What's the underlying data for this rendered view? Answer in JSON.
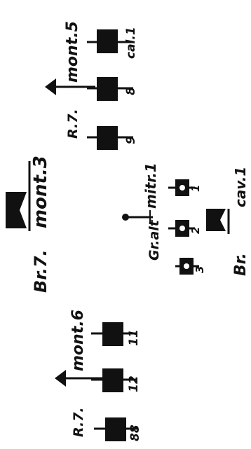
{
  "colors": {
    "ink": "#111111",
    "paper": "#ffffff"
  },
  "units": {
    "mont5": {
      "label": "mont.5",
      "prefix": "R.7.",
      "symbol": "arrow-flag-icon"
    },
    "mont6": {
      "label": "mont.6",
      "prefix": "R.7.",
      "symbol": "arrow-flag-icon"
    },
    "mont3": {
      "label": "mont.3",
      "prefix": "Br.7.",
      "symbol": "swallowtail-flag-icon"
    },
    "mitr1": {
      "label": "mitr.1",
      "prefix": "Gr.alt",
      "symbol": "lollipop-flag-icon"
    },
    "cav1": {
      "label": "cav.1",
      "prefix": "Br.",
      "symbol": "swallowtail-flag-icon"
    }
  },
  "blocks": {
    "cal1": "cal.1",
    "b8": "8",
    "b9": "9",
    "b11": "11",
    "b12": "12",
    "b88": "88",
    "s1": "1",
    "s2": "2",
    "s3": "3"
  }
}
